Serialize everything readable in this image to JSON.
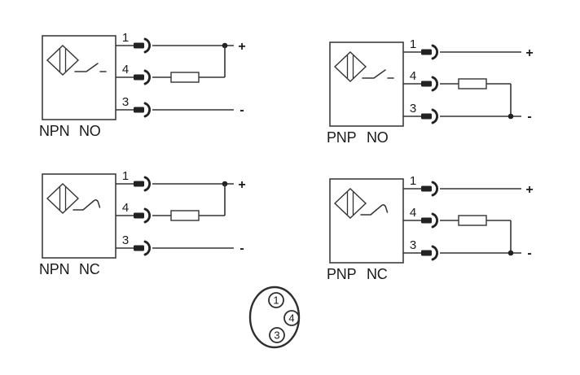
{
  "colors": {
    "line": "#333333",
    "text": "#1a1a1a",
    "background": "#ffffff"
  },
  "diagrams": [
    {
      "label_type": "NPN",
      "label_mode": "NO",
      "pins": [
        "1",
        "4",
        "3"
      ],
      "plus": "+",
      "minus": "-"
    },
    {
      "label_type": "PNP",
      "label_mode": "NO",
      "pins": [
        "1",
        "4",
        "3"
      ],
      "plus": "+",
      "minus": "-"
    },
    {
      "label_type": "NPN",
      "label_mode": "NC",
      "pins": [
        "1",
        "4",
        "3"
      ],
      "plus": "+",
      "minus": "-"
    },
    {
      "label_type": "PNP",
      "label_mode": "NC",
      "pins": [
        "1",
        "4",
        "3"
      ],
      "plus": "+",
      "minus": "-"
    }
  ],
  "connector": {
    "pins": [
      "1",
      "4",
      "3"
    ]
  }
}
